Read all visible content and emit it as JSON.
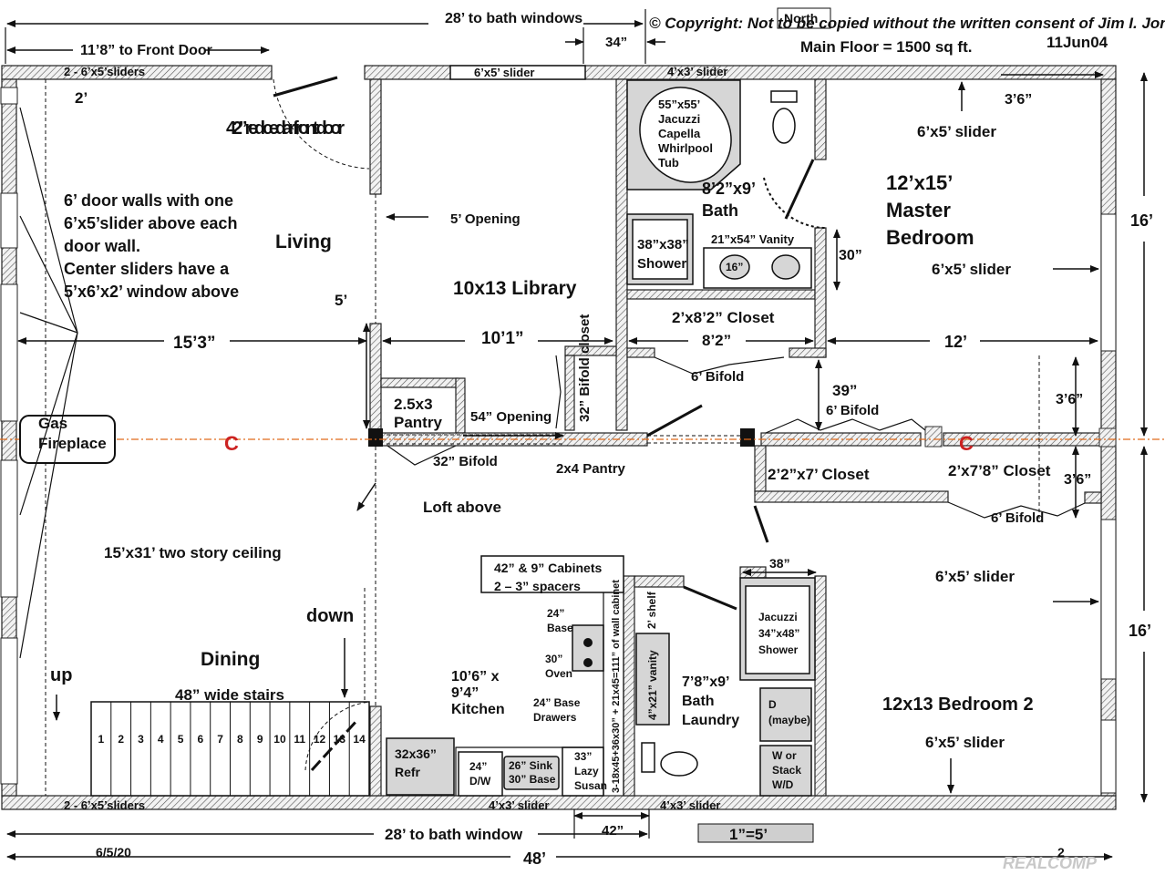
{
  "header": {
    "copyright": "© Copyright: Not to be copied without the written consent of Jim I. Jones",
    "north": "North",
    "main_floor": "Main Floor = 1500 sq ft.",
    "date_code": "11Jun04"
  },
  "dimensions": {
    "bath_windows_top": "28’ to bath windows",
    "front_door_dist": "11’8” to Front Door",
    "d34": "34”",
    "d2": "2’",
    "living_width": "15’3”",
    "library_width": "10’1”",
    "closet_width": "8’2”",
    "master_width": "12’",
    "d5": "5’",
    "d30": "30”",
    "d39": "39”",
    "d36a": "3’6”",
    "d36b": "3’6”",
    "d36c": "3’6”",
    "d16a": "16’",
    "d16b": "16’",
    "d38": "38”",
    "d42": "42”",
    "bath_window_bottom": "28’ to bath window",
    "overall": "48’",
    "scale": "1”=5’",
    "date_bottom": "6/5/20",
    "page_num": "2",
    "watermark": "REALCOMP"
  },
  "windows": {
    "top_left_sliders": "2 - 6’x5’sliders",
    "top_slider": "6’x5’ slider",
    "top_bath_slider": "4’x3’ slider",
    "master_top_slider": "6’x5’ slider",
    "master_right_slider": "6’x5’ slider",
    "bed2_right_slider": "6’x5’ slider",
    "bed2_bottom_slider": "6’x5’ slider",
    "bottom_left_sliders": "2 - 6’x5’sliders",
    "bottom_slider_1": "4’x3’ slider",
    "bottom_slider_2": "4’x3’ slider"
  },
  "rooms": {
    "front_door": "42” red cedar front door",
    "living": "Living",
    "library": "10x13 Library",
    "opening_5": "5’ Opening",
    "door_walls_note": [
      "6’ door walls with one",
      "6’x5’slider above each",
      "door wall.",
      "Center sliders have a",
      "5’x6’x2’ window above"
    ],
    "fireplace": [
      "Gas",
      "Fireplace"
    ],
    "pantry": [
      "2.5x3",
      "Pantry"
    ],
    "opening_54": "54” Opening",
    "bifold_32": "32” Bifold",
    "pantry_2x4": "2x4 Pantry",
    "bifold_closet": "32” Bifold closet",
    "loft": "Loft above",
    "two_story": "15’x31’ two story ceiling",
    "down": "down",
    "up": "up",
    "dining": "Dining",
    "stairs": "48” wide stairs",
    "stair_numbers": [
      "1",
      "2",
      "3",
      "4",
      "5",
      "6",
      "7",
      "8",
      "9",
      "10",
      "11",
      "12",
      "13",
      "14"
    ],
    "tub": [
      "55”x55’",
      "Jacuzzi",
      "Capella",
      "Whirlpool",
      "Tub"
    ],
    "master_bath": [
      "8’2”x9’",
      "Bath"
    ],
    "shower": [
      "38”x38”",
      "Shower"
    ],
    "vanity": "21”x54” Vanity",
    "sink16": "16”",
    "master_bedroom": [
      "12’x15’",
      "Master",
      "Bedroom"
    ],
    "closet_master": "2’x8’2” Closet",
    "bifold_6a": "6’ Bifold",
    "bifold_6b": "6’ Bifold",
    "bifold_6c": "6’ Bifold",
    "closet_227": "2’2”x7’ Closet",
    "closet_278": "2’x7’8” Closet",
    "cabinets": [
      "42” & 9” Cabinets",
      "2 – 3” spacers"
    ],
    "kitchen": [
      "10’6” x",
      "9’4”",
      "Kitchen"
    ],
    "base24": [
      "24”",
      "Base"
    ],
    "oven": [
      "30”",
      "Oven"
    ],
    "base_drawers": [
      "24” Base",
      "Drawers"
    ],
    "wall_cab": "3-18x45+36x30” + 21x45=111” of wall cabinet",
    "lazy_susan": [
      "33”",
      "Lazy",
      "Susan"
    ],
    "refr": [
      "32x36”",
      "Refr"
    ],
    "dw": [
      "24”",
      "D/W"
    ],
    "sink": [
      "26” Sink",
      "30” Base"
    ],
    "shelf": "2’ shelf",
    "vanity_small": "4”x21” vanity",
    "laundry": [
      "7’8”x9’",
      "Bath",
      "Laundry"
    ],
    "jacuzzi_shower": [
      "Jacuzzi",
      "34”x48”",
      "Shower"
    ],
    "dryer": [
      "D",
      "(maybe)"
    ],
    "washer": [
      "W or",
      "Stack",
      "W/D"
    ],
    "bedroom2": "12x13 Bedroom 2",
    "centerline_a": "C",
    "centerline_b": "C"
  }
}
